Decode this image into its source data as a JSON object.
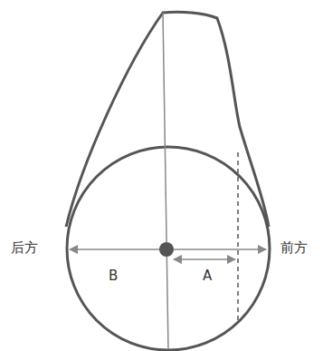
{
  "diagram": {
    "labels": [
      "后方",
      "前方",
      "B",
      "A"
    ]
  }
}
